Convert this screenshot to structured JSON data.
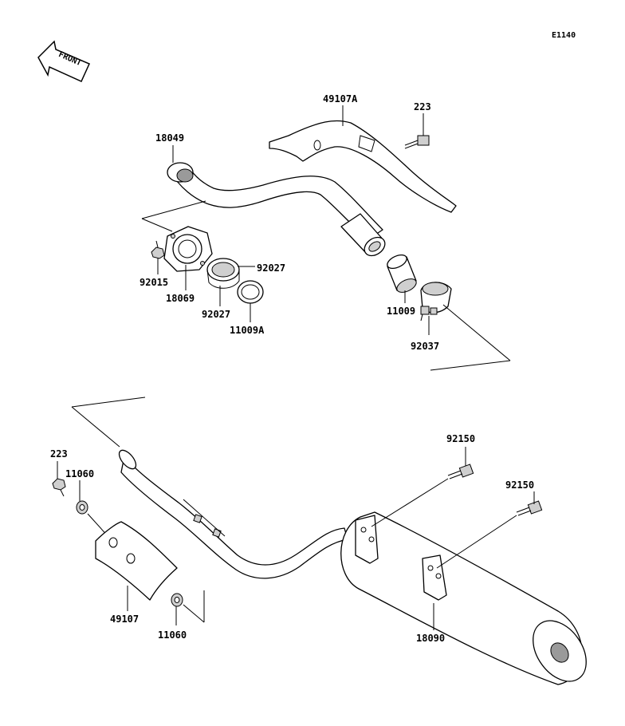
{
  "diagram": {
    "code": "E1140",
    "front_label": "FRONT",
    "labels": {
      "l_49107A": "49107A",
      "l_223_top": "223",
      "l_18049": "18049",
      "l_92027_a": "92027",
      "l_92015": "92015",
      "l_18069": "18069",
      "l_92027_b": "92027",
      "l_11009A": "11009A",
      "l_11009": "11009",
      "l_92037": "92037",
      "l_92150_a": "92150",
      "l_92150_b": "92150",
      "l_223_bot": "223",
      "l_11060_a": "11060",
      "l_49107": "49107",
      "l_11060_b": "11060",
      "l_18090": "18090"
    }
  }
}
